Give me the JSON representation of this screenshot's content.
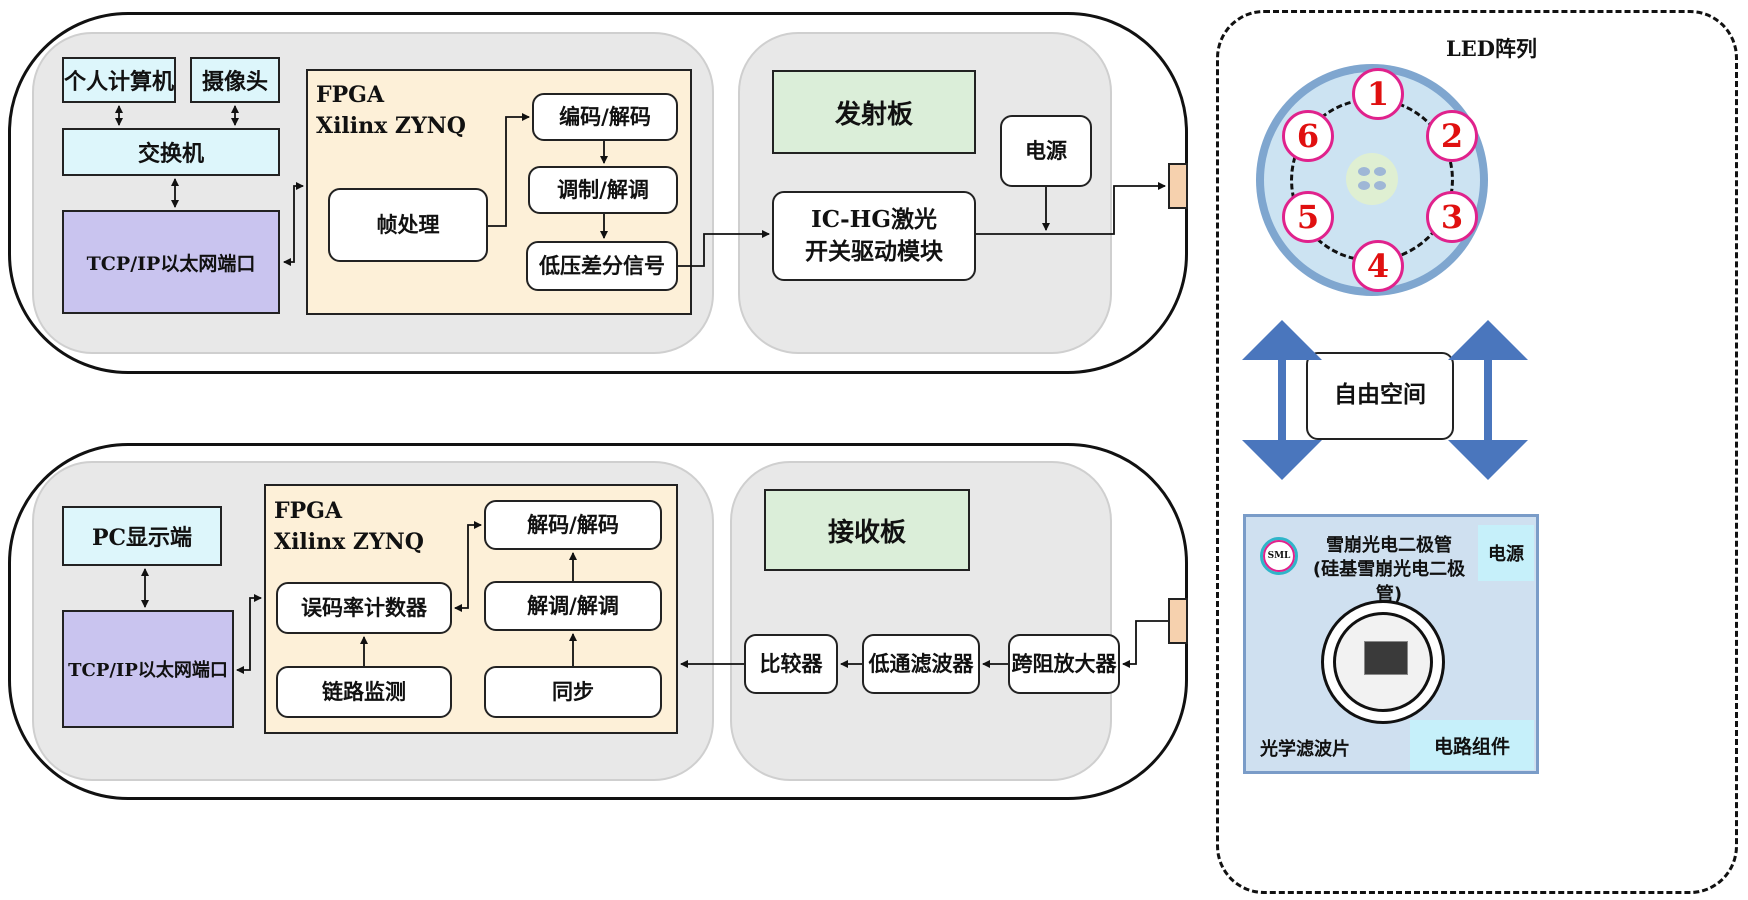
{
  "tx": {
    "pc": "个人计算机",
    "camera": "摄像头",
    "switch": "交换机",
    "eth": "TCP/IP以太网端口",
    "fpga_line1": "FPGA",
    "fpga_line2": "Xilinx ZYNQ",
    "frame": "帧处理",
    "encode": "编码/解码",
    "modulate": "调制/解调",
    "lvds": "低压差分信号",
    "board": "发射板",
    "power": "电源",
    "driver_line1": "IC-HG激光",
    "driver_line2": "开关驱动模块"
  },
  "rx": {
    "pc": "PC显示端",
    "eth": "TCP/IP以太网端口",
    "fpga_line1": "FPGA",
    "fpga_line2": "Xilinx ZYNQ",
    "decode": "解码/解码",
    "ber": "误码率计数器",
    "demod": "解调/解调",
    "link": "链路监测",
    "sync": "同步",
    "board": "接收板",
    "comparator": "比较器",
    "lpf": "低通滤波器",
    "tia": "跨阻放大器"
  },
  "right": {
    "led_array": "LED阵列",
    "leds": [
      "1",
      "2",
      "3",
      "4",
      "5",
      "6"
    ],
    "free_space": "自由空间",
    "logo": "SML",
    "apd_line1": "雪崩光电二极管",
    "apd_line2": "(硅基雪崩光电二极管)",
    "power": "电源",
    "filter": "光学滤波片",
    "circuit": "电路组件"
  },
  "colors": {
    "panel": "#e8e8e8",
    "fpga": "#fdf0d8",
    "cyan": "#ddf6fb",
    "purple": "#c9c4ef",
    "green": "#dbeed9",
    "led_outer": "#7fa6cf",
    "led_inner": "#cce3f2",
    "led_ring": "#e0228c",
    "led_digit": "#e01010",
    "arrow_blue": "#4a76bd",
    "rx_panel": "#cfe0f0",
    "rx_border": "#7a9cc8"
  }
}
